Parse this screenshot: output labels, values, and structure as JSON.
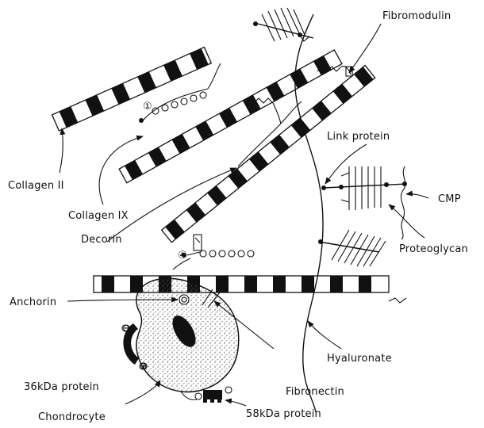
{
  "labels": {
    "fibromodulin": "Fibromodulin",
    "collagen_ii": "Collagen II",
    "collagen_ix": "Collagen IX",
    "link_protein": "Link protein",
    "cmp": "CMP",
    "decorin": "Decorin",
    "proteoglycan": "Proteoglycan",
    "anchorin": "Anchorin",
    "hyaluronate": "Hyaluronate",
    "protein_36kda": "36kDa protein",
    "fibronectin": "Fibronectin",
    "chondrocyte": "Chondrocyte",
    "protein_58kda": "58kDa protein"
  },
  "colors": {
    "ink": "#111111",
    "fill_white": "#ffffff",
    "cell_stipple": "#555555"
  }
}
